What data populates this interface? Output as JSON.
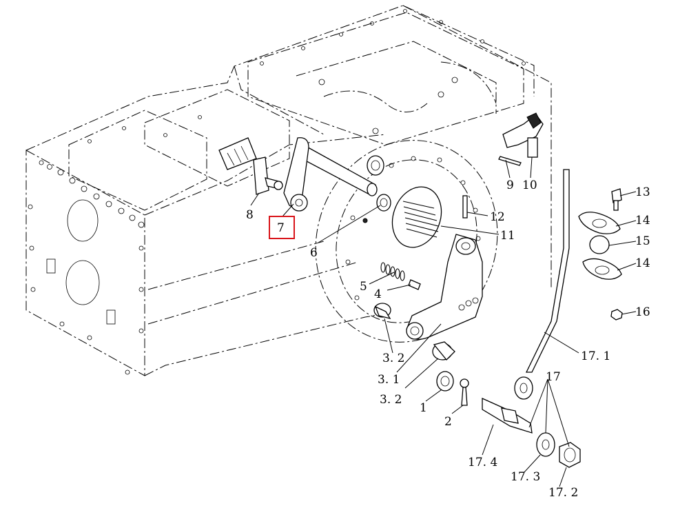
{
  "callouts": {
    "c1": "1",
    "c2": "2",
    "c3_1": "3. 1",
    "c3_2a": "3. 2",
    "c3_2b": "3. 2",
    "c4": "4",
    "c5": "5",
    "c6": "6",
    "c7": "7",
    "c8": "8",
    "c9": "9",
    "c10": "10",
    "c11": "11",
    "c12": "12",
    "c13": "13",
    "c14a": "14",
    "c14b": "14",
    "c15": "15",
    "c16": "16",
    "c17": "17",
    "c17_1": "17. 1",
    "c17_2": "17. 2",
    "c17_3": "17. 3",
    "c17_4": "17. 4"
  },
  "highlight": {
    "callout": "7",
    "color": "#d9141a"
  }
}
